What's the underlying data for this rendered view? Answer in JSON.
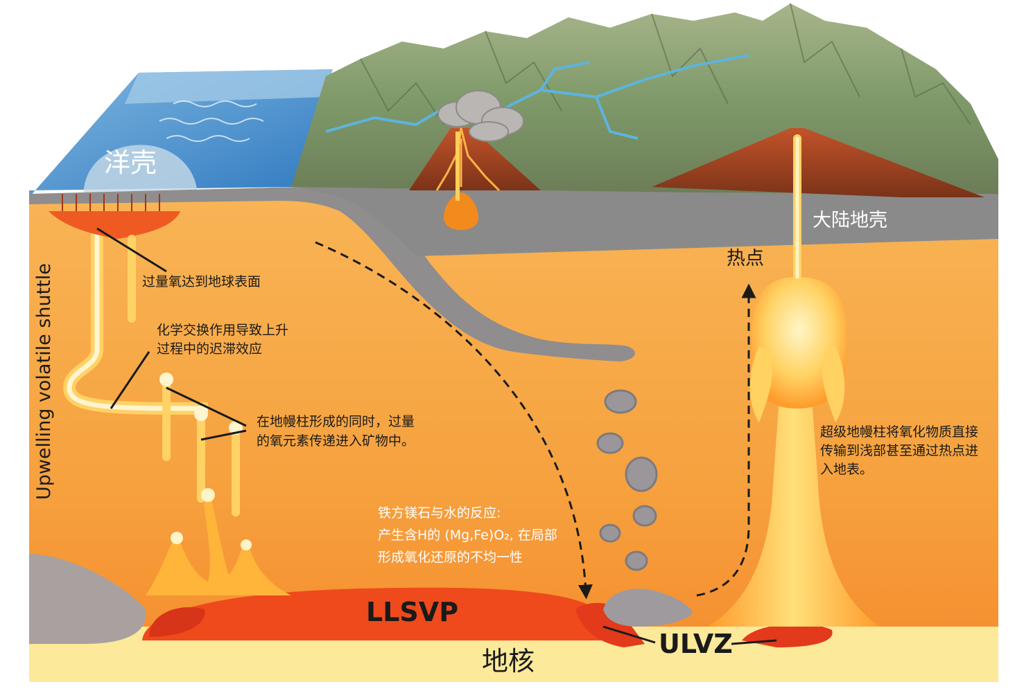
{
  "labels": {
    "oceanic_crust": "洋壳",
    "continental_crust": "大陆地壳",
    "hotspot": "热点",
    "core": "地核",
    "llsvp": "LLSVP",
    "ulvz": "ULVZ",
    "side_title": "Upwelling volatile shuttle",
    "excess_oxygen": "过量氧达到地球表面",
    "chem_exchange_1": "化学交换作用导致上升",
    "chem_exchange_2": "过程中的迟滞效应",
    "plume_oxygen_1": "在地幔柱形成的同时，过量",
    "plume_oxygen_2": "的氧元素传递进入矿物中。",
    "superplume_1": "超级地幔柱将氧化物质直接",
    "superplume_2": "传输到浅部甚至通过热点进",
    "superplume_3": "入地表。",
    "reaction_1": "铁方镁石与水的反应:",
    "reaction_2": "产生含H的 (Mg,Fe)O₂,  在局部",
    "reaction_3": "形成氧化还原的不均一性"
  },
  "colors": {
    "mantle": "#f7a640",
    "ocean": "#5b9bd0",
    "crust": "#8a8a8a",
    "llsvp": "#ee4a1c",
    "core": "#fce99a",
    "plume": "#ffd04a"
  }
}
